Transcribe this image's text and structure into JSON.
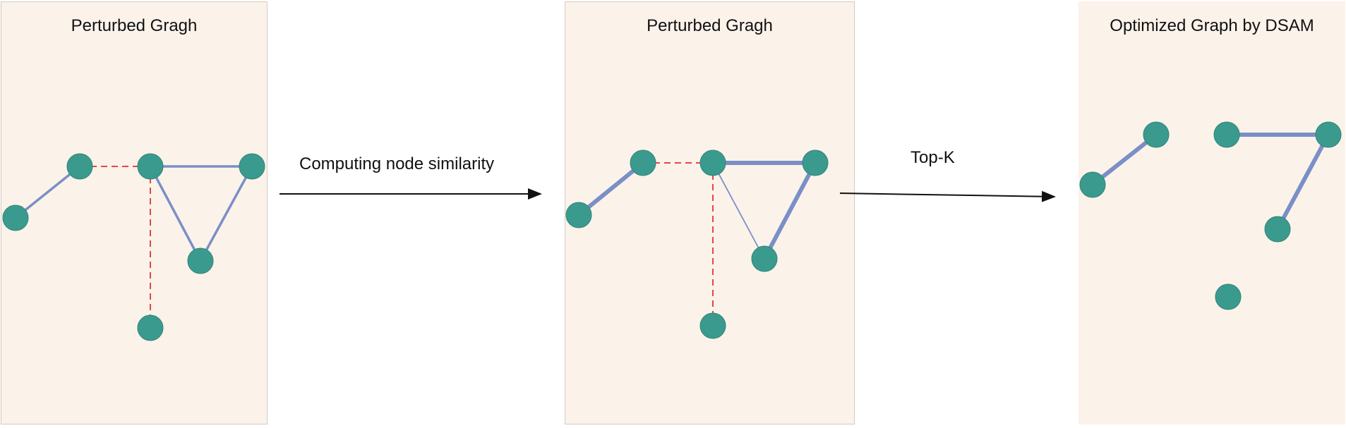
{
  "panels": [
    {
      "title": "Perturbed Gragh"
    },
    {
      "title": "Perturbed Gragh"
    },
    {
      "title": "Optimized Graph by DSAM"
    }
  ],
  "steps": [
    {
      "label": "Computing node similarity"
    },
    {
      "label": "Top-K"
    }
  ],
  "colors": {
    "node": "#3b9a8e",
    "edge": "#7b8fc7",
    "removed_edge": "#e04848",
    "panel_background": "#fbf2ea"
  }
}
